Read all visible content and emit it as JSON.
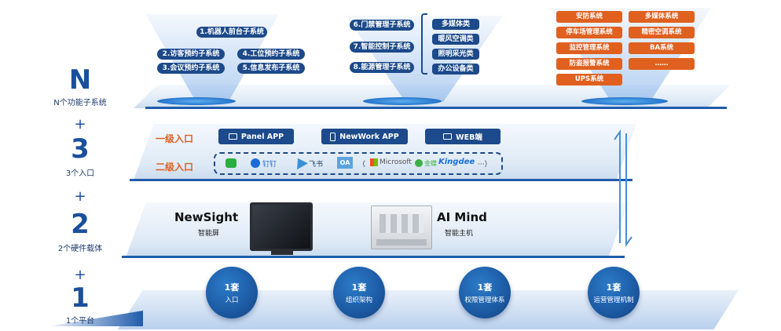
{
  "levels": {
    "n": {
      "num": "N",
      "caption": "N个功能子系统"
    },
    "three": {
      "num": "3",
      "caption": "3个入口"
    },
    "two": {
      "num": "2",
      "caption": "2个硬件载体"
    },
    "one": {
      "num": "1",
      "caption": "1个平台"
    },
    "plus": "+"
  },
  "subsystems_left": [
    "1.机器人前台子系统",
    "2.访客预约子系统",
    "4.工位预约子系统",
    "3.会议预约子系统",
    "5.信息发布子系统"
  ],
  "subsystems_mid": [
    "6.门禁管理子系统",
    "7.智能控制子系统",
    "8.能源管理子系统"
  ],
  "mid_categories": [
    "多媒体类",
    "暖风空调类",
    "照明采光类",
    "办公设备类"
  ],
  "subsystems_right": [
    "安防系统",
    "多媒体系统",
    "停车场管理系统",
    "精密空调系统",
    "监控管理系统",
    "BA系统",
    "防盗报警系统",
    "……",
    "UPS系统"
  ],
  "entries": {
    "level1_label": "一级入口",
    "level2_label": "二级入口",
    "apps": [
      "Panel APP",
      "NewWork APP",
      "WEB端"
    ],
    "integrations": [
      "钉钉",
      "飞书",
      "OA",
      "Microsoft",
      "金蝶",
      "Kingdee",
      "（",
      "···）"
    ]
  },
  "hardware": {
    "left_brand": "NewSight",
    "left_sub": "智能屏",
    "right_brand": "AI Mind",
    "right_sub": "智能主机"
  },
  "platform": [
    {
      "top": "1套",
      "bottom": "入口"
    },
    {
      "top": "1套",
      "bottom": "组织架构"
    },
    {
      "top": "1套",
      "bottom": "权限管理体系"
    },
    {
      "top": "1套",
      "bottom": "运营管理机制"
    }
  ],
  "colors": {
    "navy": "#1c4a8a",
    "orange": "#e0601f",
    "edge": "#1f5cab"
  }
}
